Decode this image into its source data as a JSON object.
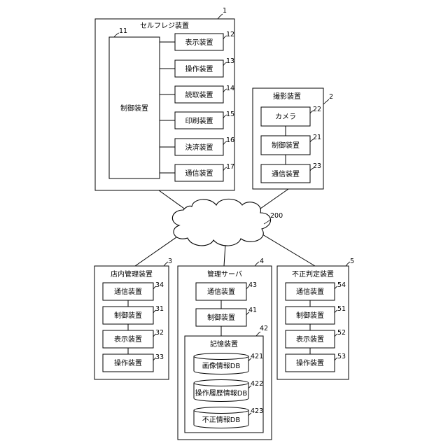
{
  "selfregister": {
    "title": "セルフレジ装置",
    "ref": "1",
    "controller": {
      "label": "制御装置",
      "ref": "11"
    },
    "modules": [
      {
        "label": "表示装置",
        "ref": "12"
      },
      {
        "label": "操作装置",
        "ref": "13"
      },
      {
        "label": "読取装置",
        "ref": "14"
      },
      {
        "label": "印刷装置",
        "ref": "15"
      },
      {
        "label": "決済装置",
        "ref": "16"
      },
      {
        "label": "通信装置",
        "ref": "17"
      }
    ]
  },
  "camera_device": {
    "title": "撮影装置",
    "ref": "2",
    "modules": [
      {
        "label": "カメラ",
        "ref": "22"
      },
      {
        "label": "制御装置",
        "ref": "21"
      },
      {
        "label": "通信装置",
        "ref": "23"
      }
    ]
  },
  "network": {
    "ref": "200"
  },
  "store_mgmt": {
    "title": "店内管理装置",
    "ref": "3",
    "modules": [
      {
        "label": "通信装置",
        "ref": "34"
      },
      {
        "label": "制御装置",
        "ref": "31"
      },
      {
        "label": "表示装置",
        "ref": "32"
      },
      {
        "label": "操作装置",
        "ref": "33"
      }
    ]
  },
  "mgmt_server": {
    "title": "管理サーバ",
    "ref": "4",
    "modules": [
      {
        "label": "通信装置",
        "ref": "43"
      },
      {
        "label": "制御装置",
        "ref": "41"
      }
    ],
    "storage": {
      "title": "記憶装置",
      "ref": "42",
      "dbs": [
        {
          "label": "画像情報DB",
          "ref": "421"
        },
        {
          "label": "操作履歴情報DB",
          "ref": "422"
        },
        {
          "label": "不正情報DB",
          "ref": "423"
        }
      ]
    }
  },
  "fraud_judge": {
    "title": "不正判定装置",
    "ref": "5",
    "modules": [
      {
        "label": "通信装置",
        "ref": "54"
      },
      {
        "label": "制御装置",
        "ref": "51"
      },
      {
        "label": "表示装置",
        "ref": "52"
      },
      {
        "label": "操作装置",
        "ref": "53"
      }
    ]
  }
}
